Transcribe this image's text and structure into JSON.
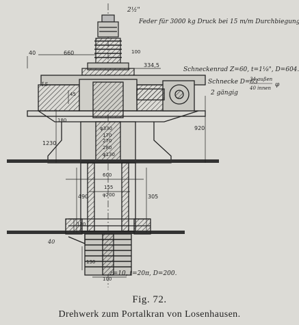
{
  "figure": {
    "label": "Fig. 72.",
    "title": "Drehwerk zum Portalkran von Losenhausen."
  },
  "annotations": {
    "spring_note": "Feder für 3000 kg Druck bei 15 m/m Durchbiegung.",
    "worm_wheel": "Schneckenrad Z=60, t=1⅛\", D=604.",
    "worm": "Schnecke D=63",
    "worm_ratio_top": "34 außen",
    "worm_ratio_bottom": "40 innen",
    "worm_inch": "φ",
    "worm_threads": "2 gängig",
    "pinion": "z=10, t=20π, D=200.",
    "thread_top": "2½\"",
    "angle": "40",
    "small_15": "15"
  },
  "dimensions": {
    "d40": "40",
    "d660": "660",
    "d100": "100",
    "d334": "334,5",
    "d180": "180",
    "d45": "45",
    "d170": "170",
    "d1230": "1230",
    "d330": "φ330",
    "d270": "270",
    "d280": "280",
    "d130": "φ130",
    "d920": "920",
    "d600": "600",
    "d490": "490",
    "d155": "155",
    "d200": "φ200",
    "d305": "305",
    "d120": "120",
    "d130b": "130",
    "d100b": "100"
  }
}
